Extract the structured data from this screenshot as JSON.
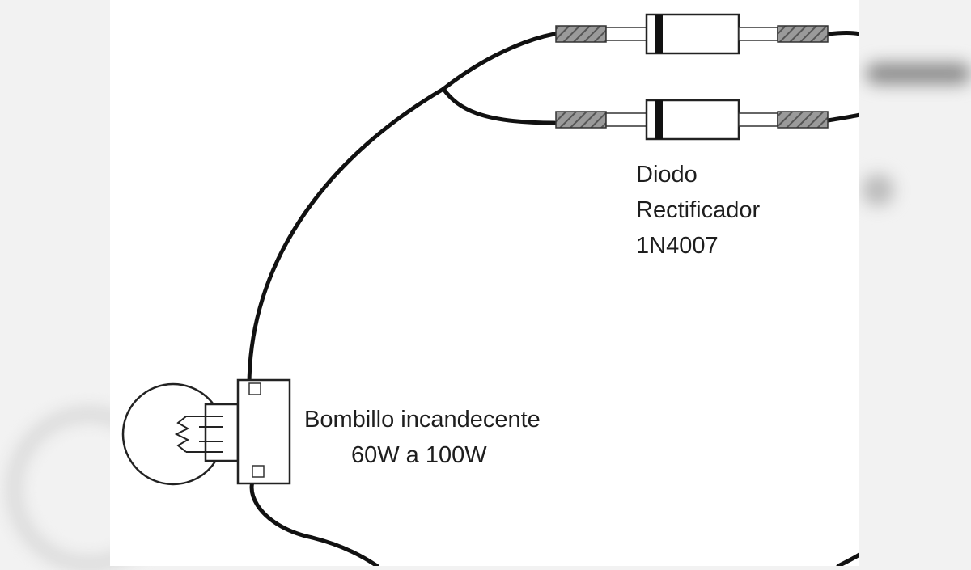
{
  "diagram": {
    "diode_label": {
      "line1": "Diodo",
      "line2": "Rectificador",
      "line3": "1N4007"
    },
    "bulb_label": {
      "line1": "Bombillo incandecente",
      "line2": "60W a 100W"
    },
    "colors": {
      "wire": "#111111",
      "component_fill": "#ffffff",
      "component_stroke": "#222222",
      "lead_hatch": "#7a7a7a",
      "background": "#ffffff"
    },
    "components": [
      {
        "type": "diode",
        "name": "diode-top"
      },
      {
        "type": "diode",
        "name": "diode-bottom"
      },
      {
        "type": "bulb",
        "name": "incandescent-bulb"
      }
    ]
  }
}
